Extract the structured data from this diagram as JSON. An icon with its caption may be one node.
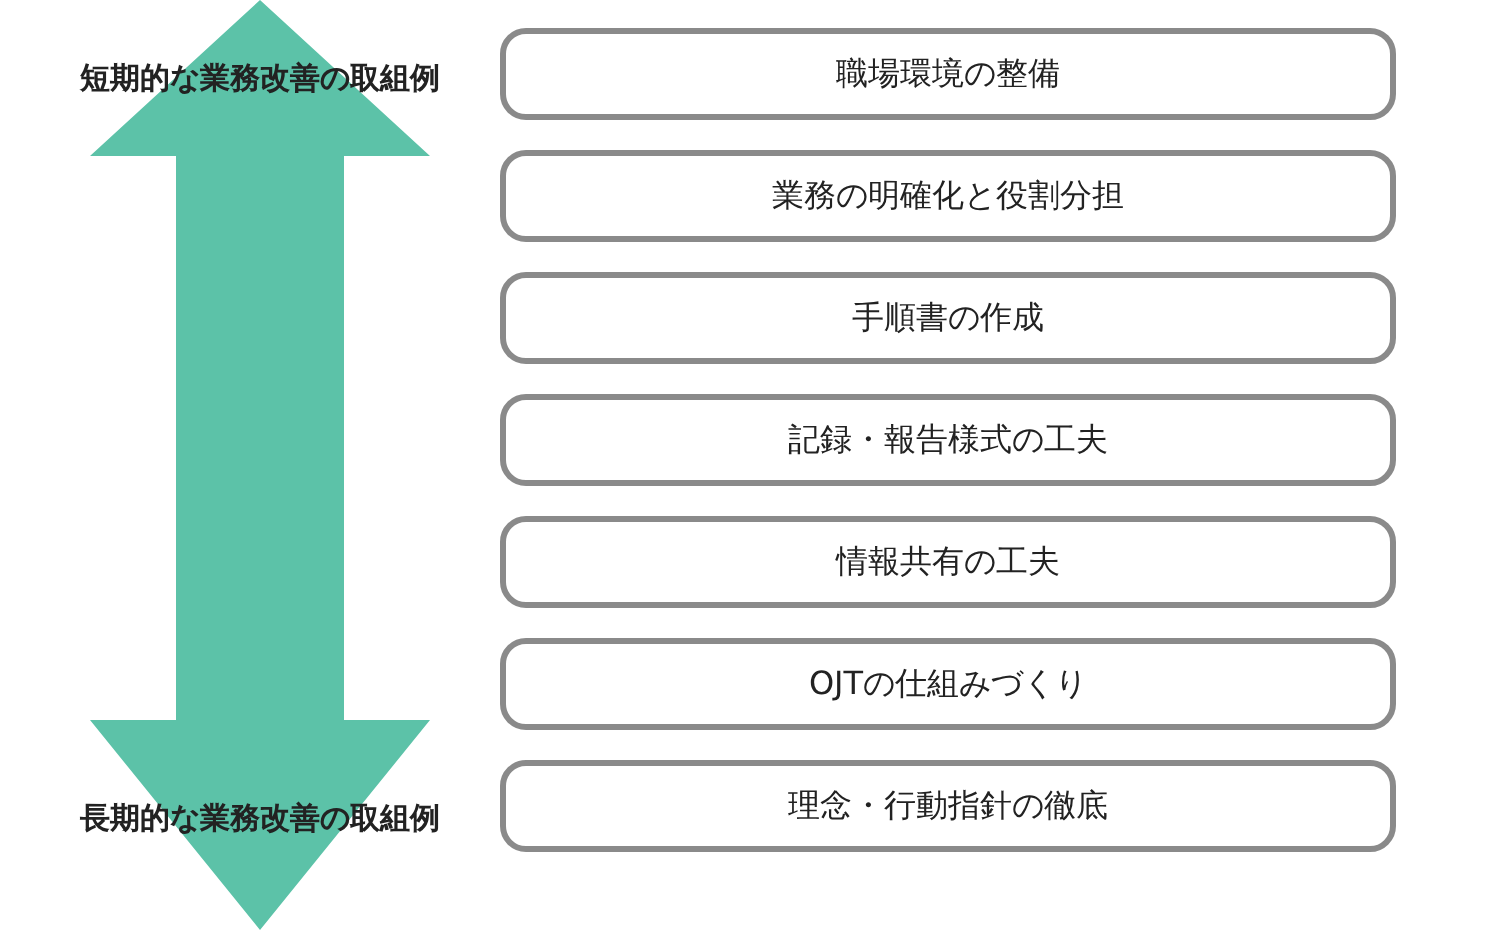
{
  "diagram": {
    "nodes": [
      {
        "text": [
          "職場環境の整備"
        ]
      },
      {
        "text": [
          "業務の明確化と役割分担"
        ]
      },
      {
        "text": [
          "手順書の作成"
        ]
      },
      {
        "text": [
          "記録・報告様式の工夫"
        ]
      },
      {
        "text": [
          "情報共有の工夫"
        ]
      },
      {
        "text": [
          "OJTの仕組みづくり"
        ]
      },
      {
        "text": [
          "理念・行動指針の徹底"
        ]
      }
    ],
    "labels": [
      "短期的な業務改善の取組例",
      "長期的な業務改善の取組例"
    ]
  }
}
